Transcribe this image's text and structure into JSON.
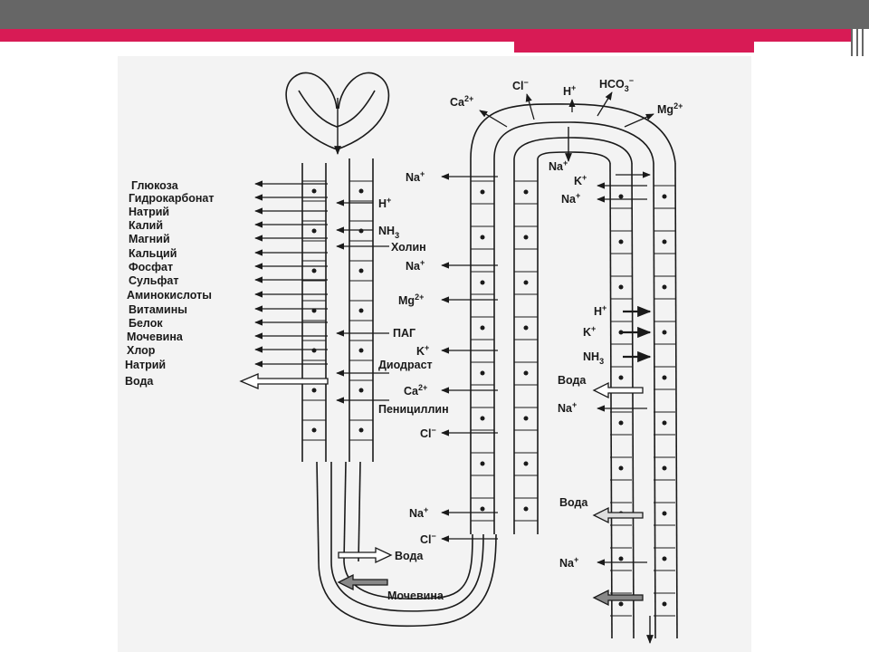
{
  "colors": {
    "top_bar": "#666666",
    "accent": "#d81b55",
    "ink": "#1a1a1a",
    "scan_bg": "#f3f3f3"
  },
  "proximal": {
    "left_labels": [
      "Глюкоза",
      "Гидрокарбонат",
      "Натрий",
      "Калий",
      "Магний",
      "Кальций",
      "Фосфат",
      "Сульфат",
      "Аминокислоты",
      "Витамины",
      "Белок",
      "Мочевина",
      "Хлор",
      "Натрий"
    ],
    "water": "Вода",
    "secretion_labels": [
      {
        "ion": "H",
        "sup": "+"
      },
      {
        "ion": "NH",
        "sub": "3"
      },
      {
        "ion": "Холин"
      },
      {
        "ion": "ПАГ"
      },
      {
        "ion": "Диодраст"
      },
      {
        "ion": "Пенициллин"
      }
    ]
  },
  "descending": {
    "water": "Вода",
    "urea": "Мочевина"
  },
  "loop_top": [
    {
      "ion": "Ca",
      "sup": "2+"
    },
    {
      "ion": "Cl",
      "sup": "−"
    },
    {
      "ion": "H",
      "sup": "+"
    },
    {
      "ion": "HCO",
      "sub": "3",
      "sup": "−"
    },
    {
      "ion": "Mg",
      "sup": "2+"
    }
  ],
  "ascending": [
    {
      "ion": "Na",
      "sup": "+"
    },
    {
      "ion": "Na",
      "sup": "+"
    },
    {
      "ion": "Mg",
      "sup": "2+"
    },
    {
      "ion": "K",
      "sup": "+"
    },
    {
      "ion": "Ca",
      "sup": "2+"
    },
    {
      "ion": "Cl",
      "sup": "−"
    },
    {
      "ion": "Na",
      "sup": "+"
    },
    {
      "ion": "Cl",
      "sup": "−"
    }
  ],
  "distal": {
    "top": [
      {
        "ion": "Na",
        "sup": "+"
      },
      {
        "ion": "K",
        "sup": "+"
      },
      {
        "ion": "Na",
        "sup": "+"
      }
    ],
    "secretion": [
      {
        "ion": "H",
        "sup": "+"
      },
      {
        "ion": "K",
        "sup": "+"
      },
      {
        "ion": "NH",
        "sub": "3"
      }
    ],
    "water_1": "Вода",
    "na_1": {
      "ion": "Na",
      "sup": "+"
    },
    "water_2": "Вода",
    "na_2": {
      "ion": "Na",
      "sup": "+"
    }
  }
}
